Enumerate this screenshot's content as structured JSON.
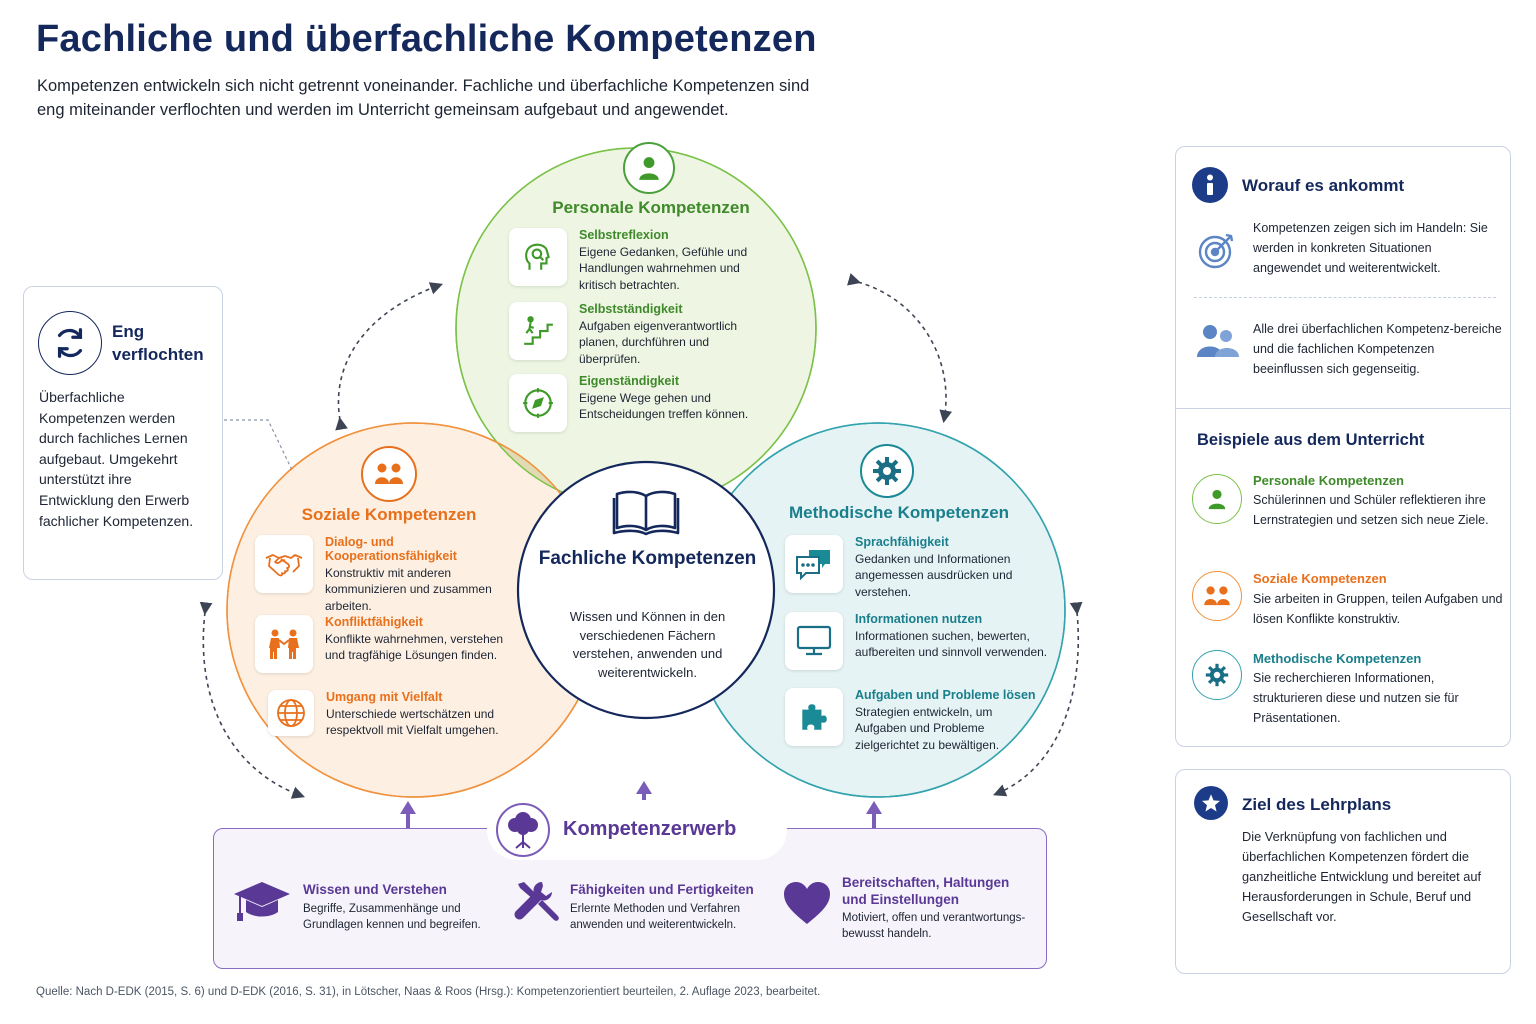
{
  "header": {
    "title": "Fachliche und überfachliche Kompetenzen",
    "subtitle": "Kompetenzen entwickeln sich nicht getrennt voneinander. Fachliche und überfachliche Kompetenzen sind eng miteinander verflochten und werden im Unterricht gemeinsam aufgebaut und angewendet."
  },
  "colors": {
    "navy": "#14285c",
    "green": "#3f9a2a",
    "orange": "#e8701c",
    "teal": "#1a8a96",
    "purple": "#5a3996"
  },
  "personal": {
    "title": "Personale Kompetenzen",
    "icon": "person-icon",
    "items": [
      {
        "icon": "head-icon",
        "title": "Selbstreflexion",
        "text": "Eigene Gedanken, Gefühle und Handlungen wahrnehmen und kritisch betrachten."
      },
      {
        "icon": "stairs-icon",
        "title": "Selbstständigkeit",
        "text": "Aufgaben eigenverantwortlich planen, durchführen und überprüfen."
      },
      {
        "icon": "compass-icon",
        "title": "Eigenständigkeit",
        "text": "Eigene Wege gehen und Entscheidungen treffen können."
      }
    ]
  },
  "social": {
    "title": "Soziale Kompetenzen",
    "icon": "people-icon",
    "items": [
      {
        "icon": "handshake-icon",
        "title": "Dialog- und Kooperationsfähigkeit",
        "text": "Konstruktiv mit anderen kommunizieren und zusammen arbeiten."
      },
      {
        "icon": "conflict-icon",
        "title": "Konfliktfähigkeit",
        "text": "Konflikte wahrnehmen, verstehen und tragfähige Lösungen finden."
      },
      {
        "icon": "globe-icon",
        "title": "Umgang mit Vielfalt",
        "text": "Unterschiede wertschätzen und respektvoll mit Vielfalt umgehen."
      }
    ]
  },
  "method": {
    "title": "Methodische Kompetenzen",
    "icon": "gear-icon",
    "items": [
      {
        "icon": "chat-icon",
        "title": "Sprachfähigkeit",
        "text": "Gedanken und Informationen angemessen ausdrücken und verstehen."
      },
      {
        "icon": "monitor-icon",
        "title": "Informationen nutzen",
        "text": "Informationen suchen, bewerten, aufbereiten und sinnvoll verwenden."
      },
      {
        "icon": "puzzle-icon",
        "title": "Aufgaben und Probleme lösen",
        "text": "Strategien entwickeln, um Aufgaben und Probleme zielgerichtet zu bewältigen."
      }
    ]
  },
  "center": {
    "icon": "book-icon",
    "title": "Fachliche Kompetenzen",
    "text": "Wissen und Können in den verschiedenen Fächern verstehen, anwenden und weiterentwickeln."
  },
  "left_box": {
    "icon": "cycle-icon",
    "title": "Eng verflochten",
    "text": "Überfachliche Kompetenzen werden durch fachliches Lernen aufgebaut. Umgekehrt unterstützt ihre Entwicklung den Erwerb fachlicher Kompetenzen."
  },
  "right_panel": {
    "title": "Worauf es ankommt",
    "icon": "info-icon",
    "points": [
      {
        "icon": "target-icon",
        "text": "Kompetenzen zeigen sich im Handeln: Sie werden in konkreten Situationen angewendet und weiterentwickelt."
      },
      {
        "icon": "users-icon",
        "text": "Alle drei überfachlichen Kompetenz-bereiche und die fachlichen Kompetenzen beeinflussen sich gegenseitig."
      }
    ],
    "examples_title": "Beispiele aus dem Unterricht",
    "examples": [
      {
        "title": "Personale Kompetenzen",
        "text": "Schülerinnen und Schüler reflektieren ihre Lernstrategien und setzen sich neue Ziele."
      },
      {
        "title": "Soziale Kompetenzen",
        "text": "Sie arbeiten in Gruppen, teilen Aufgaben und lösen Konflikte konstruktiv."
      },
      {
        "title": "Methodische Kompetenzen",
        "text": "Sie recherchieren Informationen, strukturieren diese und nutzen sie für Präsentationen."
      }
    ]
  },
  "goal": {
    "icon": "star-icon",
    "title": "Ziel des Lehrplans",
    "text": "Die Verknüpfung von fachlichen und überfachlichen Kompetenzen fördert die ganzheitliche Entwicklung und bereitet auf Herausforderungen in Schule, Beruf und Gesellschaft vor."
  },
  "acquisition": {
    "icon": "tree-icon",
    "title": "Kompetenzerwerb",
    "columns": [
      {
        "icon": "graduation-cap-icon",
        "title": "Wissen und Verstehen",
        "text": "Begriffe, Zusammenhänge und Grundlagen kennen und begreifen."
      },
      {
        "icon": "tools-icon",
        "title": "Fähigkeiten und Fertigkeiten",
        "text": "Erlernte Methoden und Verfahren anwenden und weiterentwickeln."
      },
      {
        "icon": "heart-icon",
        "title": "Bereitschaften, Haltungen und Einstellungen",
        "text": "Motiviert, offen und verantwortungs-bewusst handeln."
      }
    ]
  },
  "source": "Quelle: Nach D-EDK (2015, S. 6) und D-EDK (2016, S. 31), in Lötscher, Naas & Roos (Hrsg.): Kompetenzorientiert beurteilen, 2. Auflage 2023, bearbeitet."
}
